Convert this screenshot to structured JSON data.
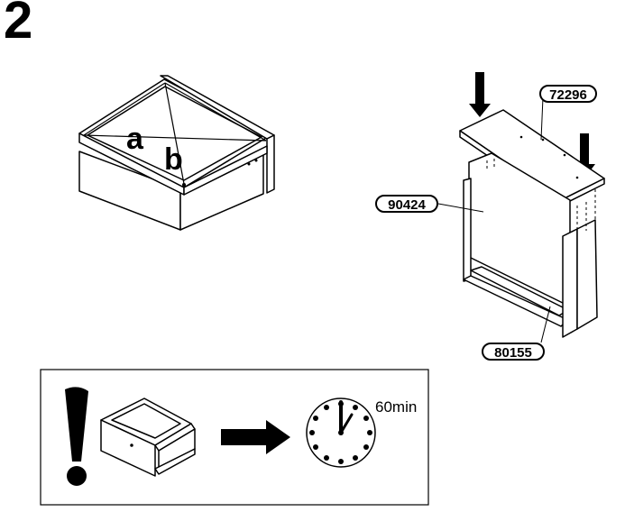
{
  "step": {
    "number": "2"
  },
  "drawer_diagram": {
    "diagonal_a": "a",
    "diagonal_b": "b"
  },
  "assembly": {
    "parts": [
      {
        "code": "72296"
      },
      {
        "code": "90424"
      },
      {
        "code": "80155"
      }
    ]
  },
  "notice": {
    "duration": "60min"
  },
  "colors": {
    "ink": "#000000",
    "paper": "#ffffff",
    "hatch": "#d8d8d8"
  }
}
